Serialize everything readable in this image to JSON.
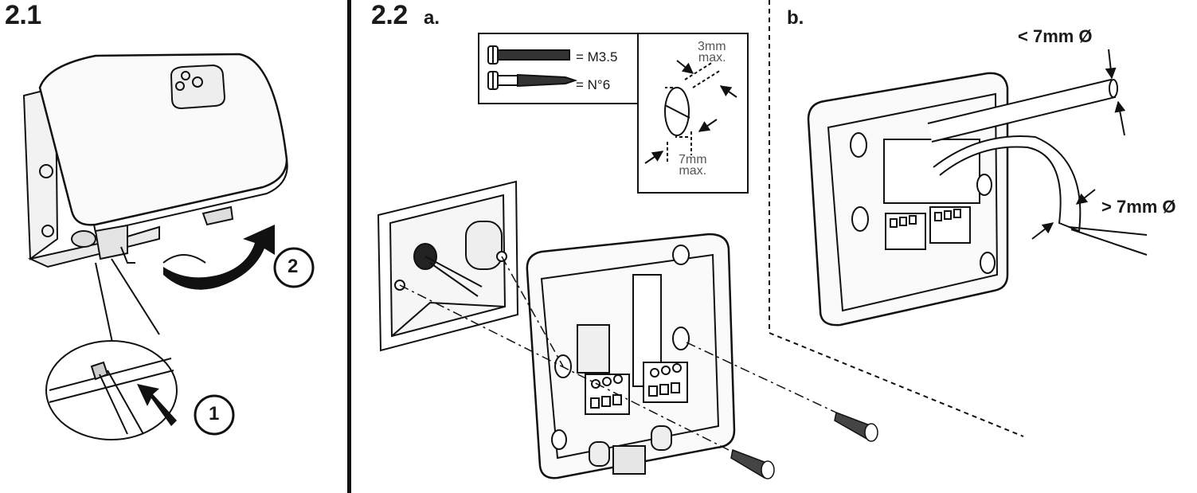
{
  "section_2_1": {
    "title": "2.1",
    "step_one": "1",
    "step_two": "2"
  },
  "section_2_2": {
    "title": "2.2",
    "part_a": "a.",
    "part_b": "b.",
    "screw_table": {
      "machine_screw": "= M3.5",
      "wood_screw": "= N°6"
    },
    "head_detail": {
      "head_height": "3mm\nmax.",
      "head_diameter": "7mm\nmax."
    },
    "cable_labels": {
      "small_cable": "< 7mm Ø",
      "large_cable": "> 7mm Ø"
    }
  }
}
